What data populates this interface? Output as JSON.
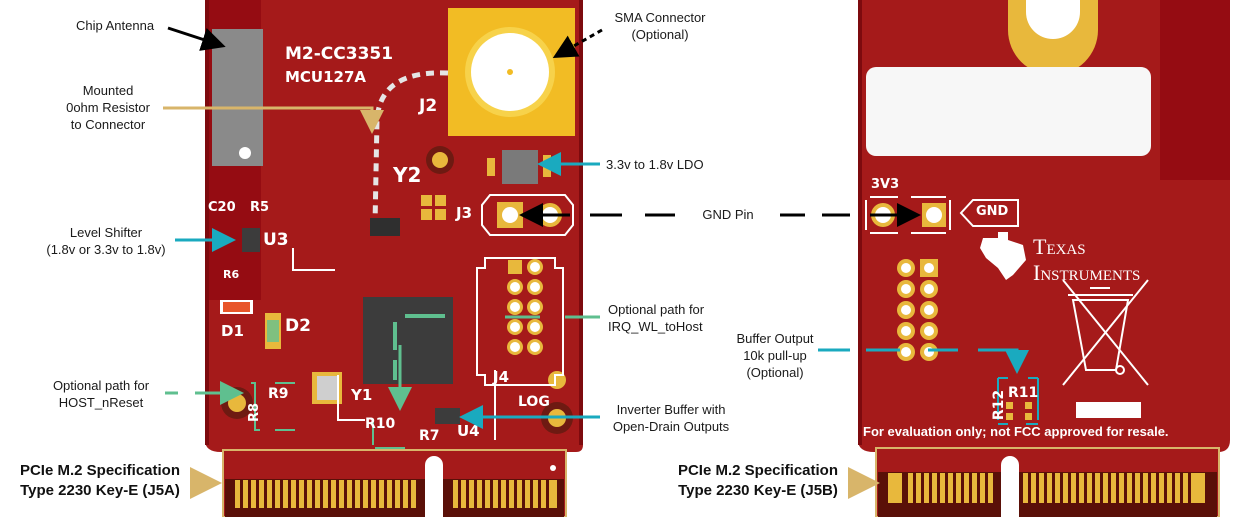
{
  "figure": {
    "front_board": {
      "board_name": "M2-CC3351",
      "board_id": "MCU127A",
      "refdes": {
        "j2": "J2",
        "y2": "Y2",
        "j3": "J3",
        "c20": "C20",
        "r5": "R5",
        "u3": "U3",
        "r6": "R6",
        "d1": "D1",
        "d2": "D2",
        "j4": "J4",
        "y1": "Y1",
        "r9": "R9",
        "r8": "R8",
        "r10": "R10",
        "r7": "R7",
        "u4": "U4",
        "log": "LOG"
      }
    },
    "back_board": {
      "pin_3v3": "3V3",
      "pin_gnd": "GND",
      "logo_line1": "Texas",
      "logo_line2": "Instruments",
      "r12": "R12",
      "r11": "R11",
      "disclaimer": "For evaluation only; not FCC approved for resale."
    },
    "callouts": {
      "chip_antenna": "Chip Antenna",
      "mounted_resistor": [
        "Mounted",
        "0ohm Resistor",
        "to Connector"
      ],
      "level_shifter": [
        "Level Shifter",
        "(1.8v or 3.3v to 1.8v)"
      ],
      "host_nreset": [
        "Optional path for",
        "HOST_nReset"
      ],
      "pcie_front": [
        "PCIe M.2 Specification",
        "Type 2230 Key-E (J5A)"
      ],
      "sma_connector": [
        "SMA Connector",
        "(Optional)"
      ],
      "ldo": "3.3v to 1.8v LDO",
      "gnd_pin": "GND Pin",
      "irq": [
        "Optional path for",
        "IRQ_WL_toHost"
      ],
      "inverter": [
        "Inverter Buffer with",
        "Open-Drain Outputs"
      ],
      "buffer_output": [
        "Buffer Output",
        "10k pull-up",
        "(Optional)"
      ],
      "pcie_back": [
        "PCIe M.2 Specification",
        "Type 2230 Key-E (J5B)"
      ]
    },
    "colors": {
      "pcb": "#a51a1a",
      "pcb_dark": "#8e0a10",
      "gold": "#e8b83c",
      "tan_arrow": "#d8b56a",
      "teal_arrow": "#1aaabf",
      "green_path": "#5fbf8f",
      "chip": "#3c3c3c"
    }
  }
}
